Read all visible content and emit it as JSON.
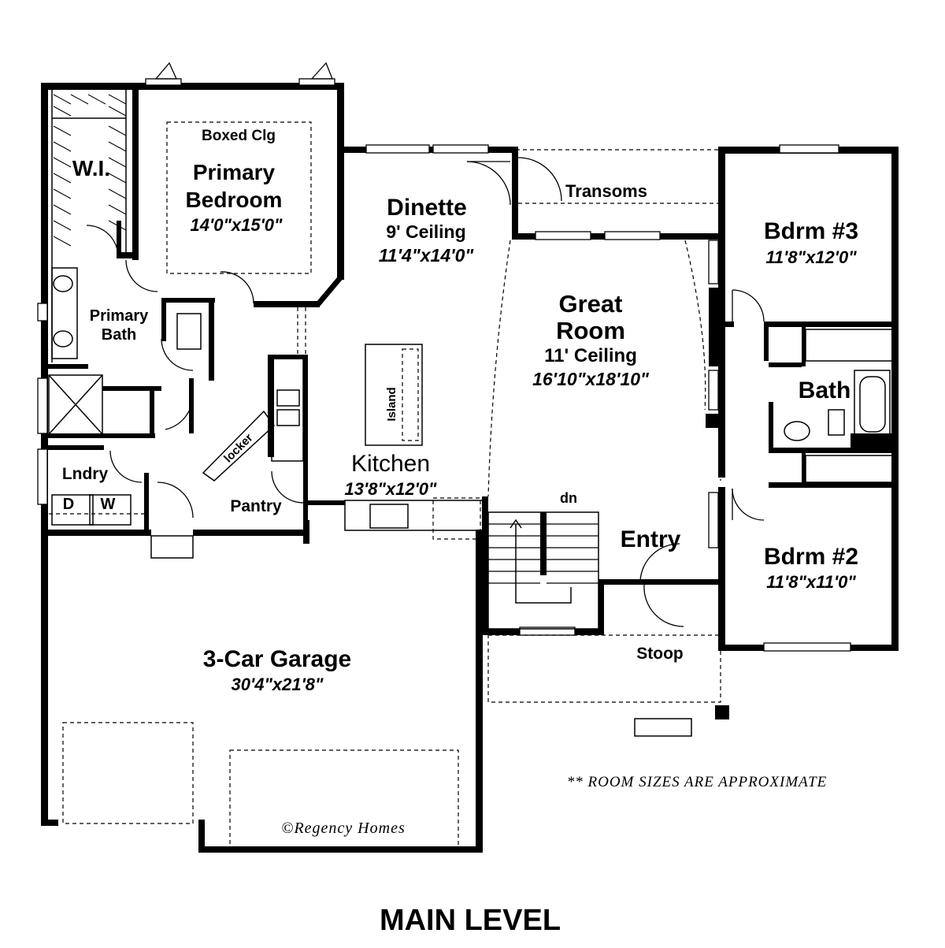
{
  "rooms": {
    "walkin": "W.I.",
    "primary_bedroom_line1": "Primary",
    "primary_bedroom_line2": "Bedroom",
    "primary_bedroom_size": "14'0\"x15'0\"",
    "boxed_ceiling": "Boxed Clg",
    "primary_bath_line1": "Primary",
    "primary_bath_line2": "Bath",
    "dinette": "Dinette",
    "dinette_ceiling": "9' Ceiling",
    "dinette_size": "11'4\"x14'0\"",
    "transoms": "Transoms",
    "great_room_line1": "Great",
    "great_room_line2": "Room",
    "great_room_ceiling": "11' Ceiling",
    "great_room_size": "16'10\"x18'10\"",
    "bdrm3": "Bdrm #3",
    "bdrm3_size": "11'8\"x12'0\"",
    "bath": "Bath",
    "bdrm2": "Bdrm #2",
    "bdrm2_size": "11'8\"x11'0\"",
    "island": "Island",
    "kitchen": "Kitchen",
    "kitchen_size": "13'8\"x12'0\"",
    "locker": "locker",
    "laundry": "Lndry",
    "dryer": "D",
    "washer": "W",
    "pantry": "Pantry",
    "stairs_dn": "dn",
    "entry": "Entry",
    "stoop": "Stoop",
    "garage": "3-Car Garage",
    "garage_size": "30'4\"x21'8\""
  },
  "notes": {
    "room_sizes": "** ROOM SIZES ARE APPROXIMATE",
    "copyright": "©Regency Homes"
  },
  "title": "MAIN LEVEL"
}
